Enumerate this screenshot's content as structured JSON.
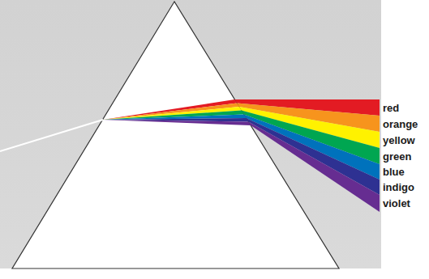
{
  "diagram": {
    "labels": [
      "red",
      "orange",
      "yellow",
      "green",
      "blue",
      "indigo",
      "violet"
    ]
  }
}
